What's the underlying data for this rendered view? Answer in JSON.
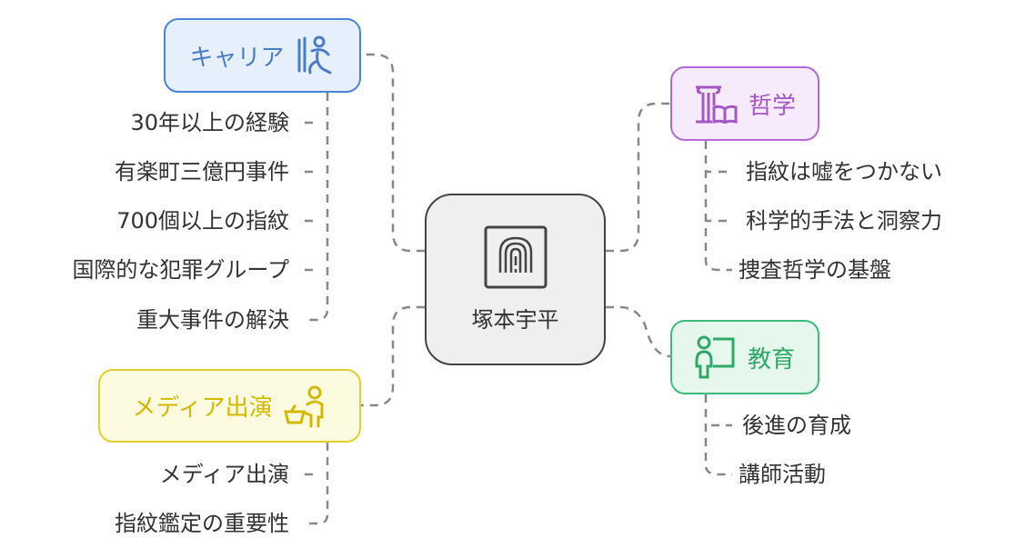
{
  "center": {
    "title": "塚本宇平",
    "icon": "fingerprint-icon"
  },
  "branches": {
    "career": {
      "label": "キャリア",
      "icon": "climbing-person-icon",
      "color": "#4a7fd4",
      "items": [
        "30年以上の経験",
        "有楽町三億円事件",
        "700個以上の指紋",
        "国際的な犯罪グループ",
        "重大事件の解決"
      ]
    },
    "media": {
      "label": "メディア出演",
      "icon": "shopper-basket-icon",
      "color": "#d9bc0c",
      "items": [
        "メディア出演",
        "指紋鑑定の重要性"
      ]
    },
    "philosophy": {
      "label": "哲学",
      "icon": "column-book-icon",
      "color": "#b05fd6",
      "items": [
        "指紋は嘘をつかない",
        "科学的手法と洞察力",
        "捜査哲学の基盤"
      ]
    },
    "education": {
      "label": "教育",
      "icon": "teacher-board-icon",
      "color": "#33b573",
      "items": [
        "後進の育成",
        "講師活動"
      ]
    }
  }
}
